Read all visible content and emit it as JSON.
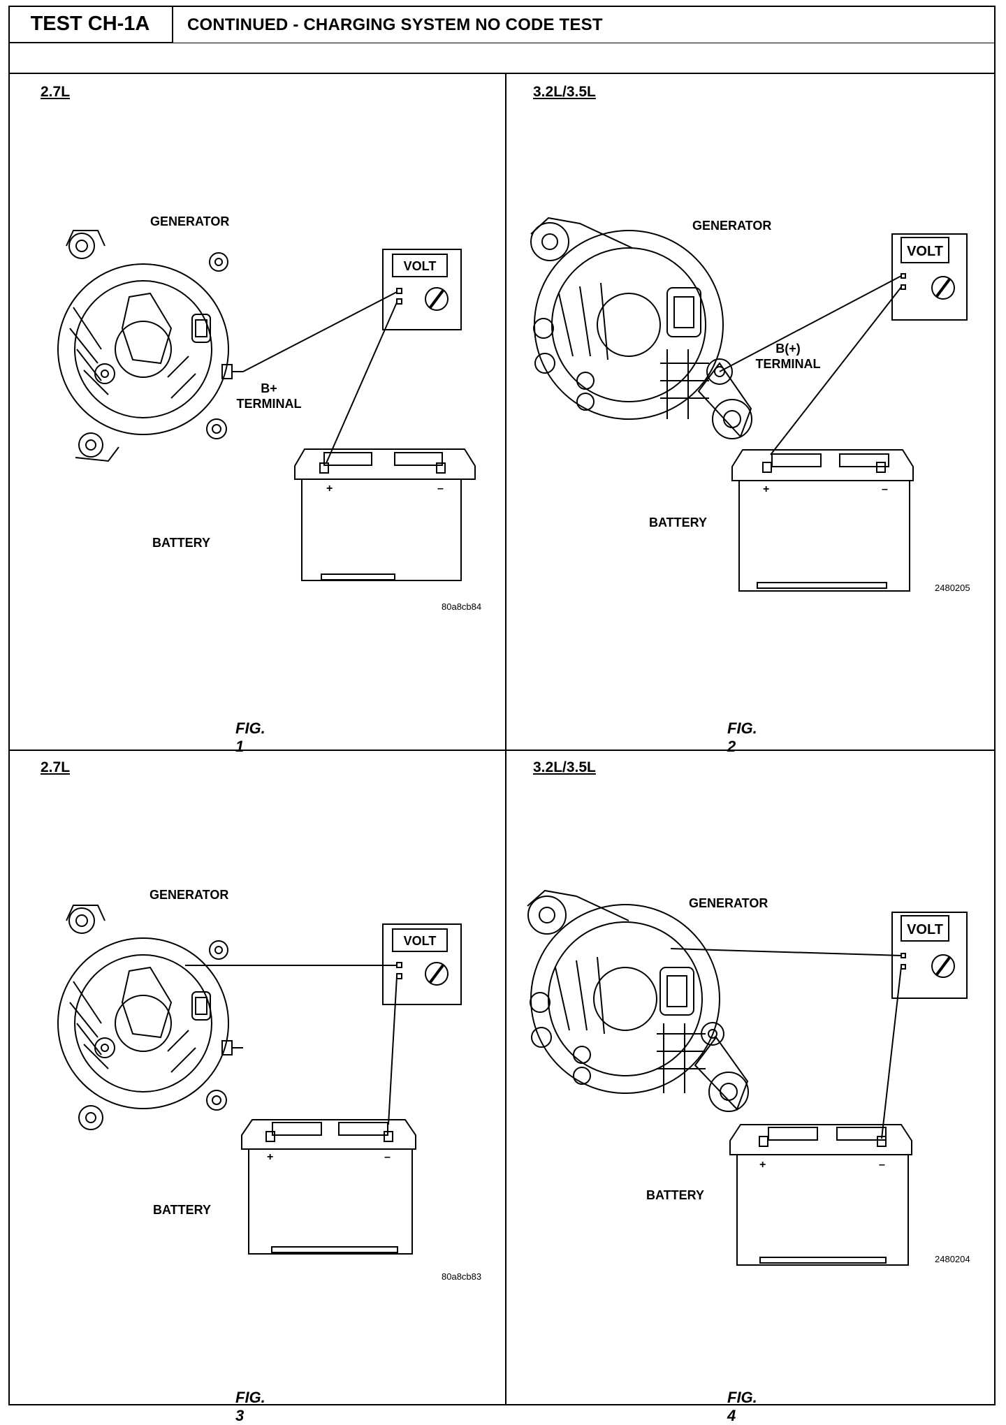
{
  "header": {
    "test_id": "TEST CH-1A",
    "title": "CONTINUED - CHARGING SYSTEM NO CODE TEST"
  },
  "panels": [
    {
      "engine": "2.7L",
      "generator": "GENERATOR",
      "battery": "BATTERY",
      "terminal": "B+",
      "terminal2": "TERMINAL",
      "volt": "VOLT",
      "code": "80a8cb84",
      "figure": "FIG. 1",
      "plus": "+",
      "minus": "–"
    },
    {
      "engine": "3.2L/3.5L",
      "generator": "GENERATOR",
      "battery": "BATTERY",
      "terminal": "B(+)",
      "terminal2": "TERMINAL",
      "volt": "VOLT",
      "code": "2480205",
      "figure": "FIG. 2",
      "plus": "+",
      "minus": "–"
    },
    {
      "engine": "2.7L",
      "generator": "GENERATOR",
      "battery": "BATTERY",
      "volt": "VOLT",
      "code": "80a8cb83",
      "figure": "FIG. 3",
      "plus": "+",
      "minus": "–"
    },
    {
      "engine": "3.2L/3.5L",
      "generator": "GENERATOR",
      "battery": "BATTERY",
      "volt": "VOLT",
      "code": "2480204",
      "figure": "FIG. 4",
      "plus": "+",
      "minus": "–"
    }
  ]
}
